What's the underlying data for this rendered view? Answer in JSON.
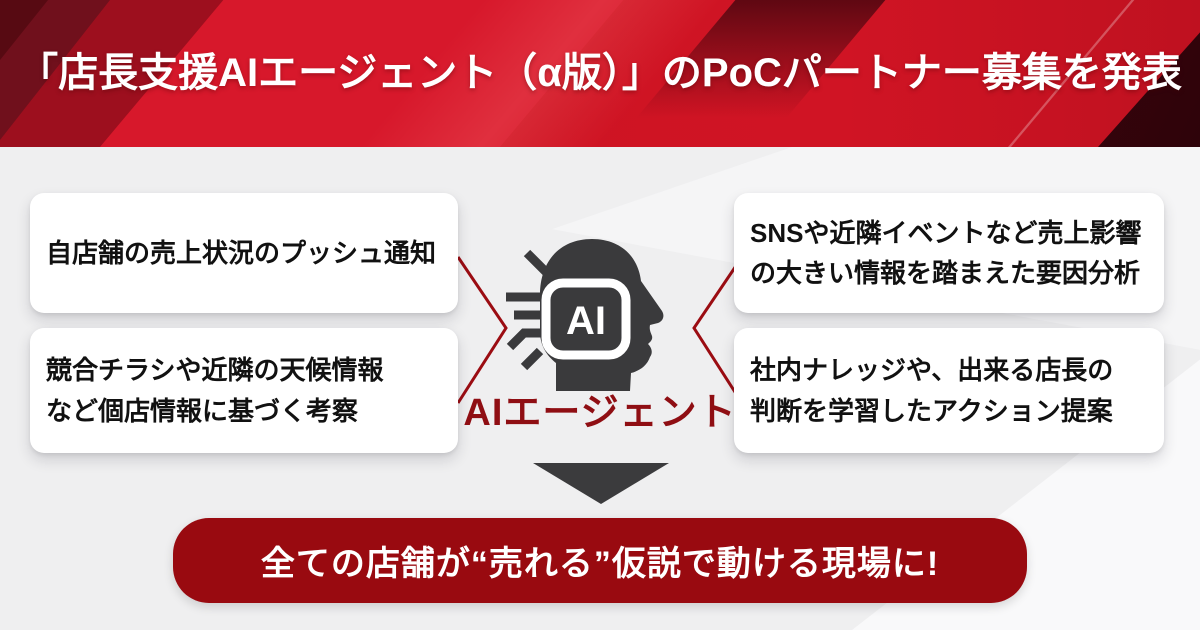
{
  "header": {
    "title": "「店長支援AIエージェント（α版）」のPoCパートナー募集を発表"
  },
  "diagram": {
    "boxes": [
      {
        "text": "自店舗の売上状況のプッシュ通知"
      },
      {
        "text": "競合チラシや近隣の天候情報\nなど個店情報に基づく考察"
      },
      {
        "text": "SNSや近隣イベントなど売上影響\nの大きい情報を踏まえた要因分析"
      },
      {
        "text": "社内ナレッジや、出来る店長の\n判断を学習したアクション提案"
      }
    ],
    "center_label": "AIエージェント",
    "chip_label": "AI"
  },
  "banner": {
    "text": "全ての店舗が“売れる”仮説で動ける現場に!"
  },
  "colors": {
    "header_red": "#c9121f",
    "stripe_bright_red": "#d7182b",
    "stripe_dark_red": "#9d0f1e",
    "corner_maroon": "#4a050e",
    "deep_red_banner": "#990a10",
    "label_red": "#8f0e13",
    "connector_red": "#9b0c12",
    "charcoal_icon": "#3a3a3c",
    "background_gray": "#efeff0",
    "box_white": "#ffffff"
  }
}
